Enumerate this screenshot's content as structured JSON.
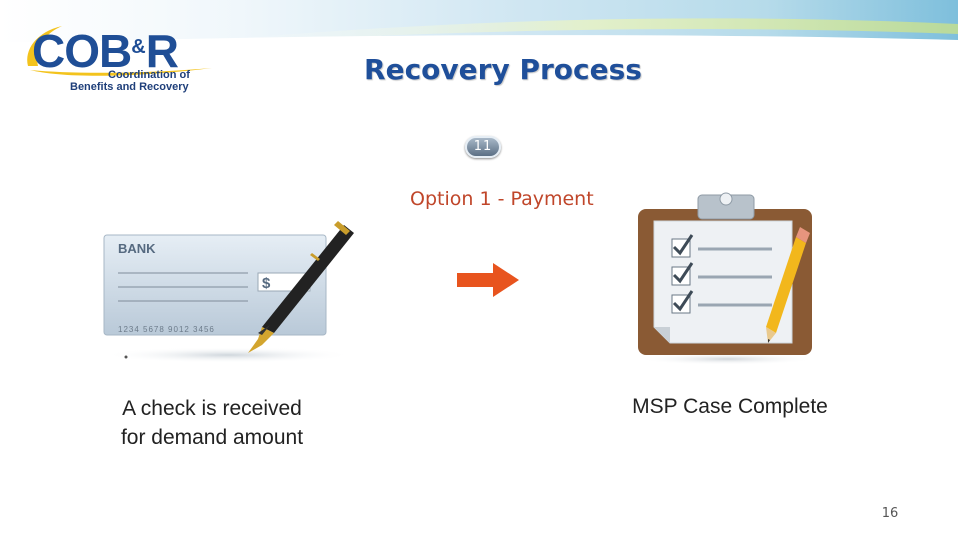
{
  "logo": {
    "mark": "COB",
    "amp": "&",
    "mark_end": "R",
    "tagline_line1": "Coordination of",
    "tagline_line2": "Benefits and Recovery"
  },
  "slide": {
    "title": "Recovery Process",
    "step_number": "11",
    "option_label": "Option 1 - Payment",
    "left_caption": "A check is received for demand amount",
    "right_caption": "MSP Case Complete",
    "page_number": "16"
  },
  "check": {
    "bank_label": "BANK",
    "dollar_sign": "$",
    "account_numbers": "1234  5678  9012  3456"
  },
  "colors": {
    "brand_blue": "#1f4f9a",
    "accent_orange": "#e8541e",
    "option_text": "#c0462a",
    "swoosh_yellow": "#f3c31d",
    "clipboard_brown": "#8a5a34"
  },
  "icons": {
    "arrow": "right-arrow-icon",
    "check": "bank-check-icon",
    "pen": "fountain-pen-icon",
    "clipboard": "checklist-clipboard-icon",
    "pencil": "pencil-icon"
  }
}
